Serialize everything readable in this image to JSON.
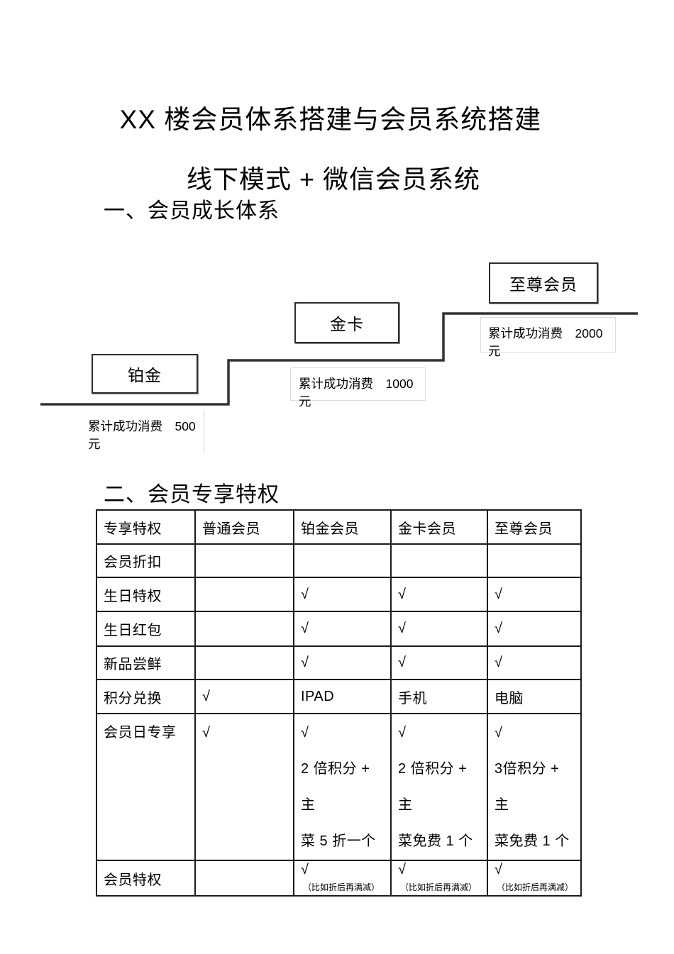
{
  "doc": {
    "title_line1": "XX 楼会员体系搭建与会员系统搭建",
    "title_line2": "线下模式 + 微信会员系统",
    "section1_heading": "一、会员成长体系",
    "section2_heading": "二、会员专享特权"
  },
  "growth_diagram": {
    "tiers": [
      {
        "name": "铂金",
        "requirement": "累计成功消费　500 元"
      },
      {
        "name": "金卡",
        "requirement": "累计成功消费　1000 元"
      },
      {
        "name": "至尊会员",
        "requirement": "累计成功消费　2000 元"
      }
    ]
  },
  "privileges_table": {
    "headers": [
      "专享特权",
      "普通会员",
      "铂金会员",
      "金卡会员",
      "至尊会员"
    ],
    "rows": [
      {
        "label": "会员折扣",
        "cells": [
          "",
          "",
          "",
          ""
        ]
      },
      {
        "label": "生日特权",
        "cells": [
          "",
          "√",
          "√",
          "√"
        ]
      },
      {
        "label": "生日红包",
        "cells": [
          "",
          "√",
          "√",
          "√"
        ]
      },
      {
        "label": "新品尝鲜",
        "cells": [
          "",
          "√",
          "√",
          "√"
        ]
      },
      {
        "label": "积分兑换",
        "cells": [
          "√",
          "IPAD",
          "手机",
          "电脑"
        ]
      },
      {
        "label": "会员日专享",
        "cells": [
          "√",
          "√\n2 倍积分 + 主\n菜 5 折一个",
          "√\n2 倍积分 + 主\n菜免费 1 个",
          "√\n3倍积分 + 主\n菜免费 1 个"
        ]
      },
      {
        "label": "会员特权",
        "check": "√",
        "note": "（比如折后再满减）"
      }
    ]
  },
  "colors": {
    "text": "#000000",
    "table_border": "#1b1b1b",
    "stair_line": "#333333",
    "tier_box_border": "#2d2d2d",
    "requirement_box_border": "#dedede"
  }
}
